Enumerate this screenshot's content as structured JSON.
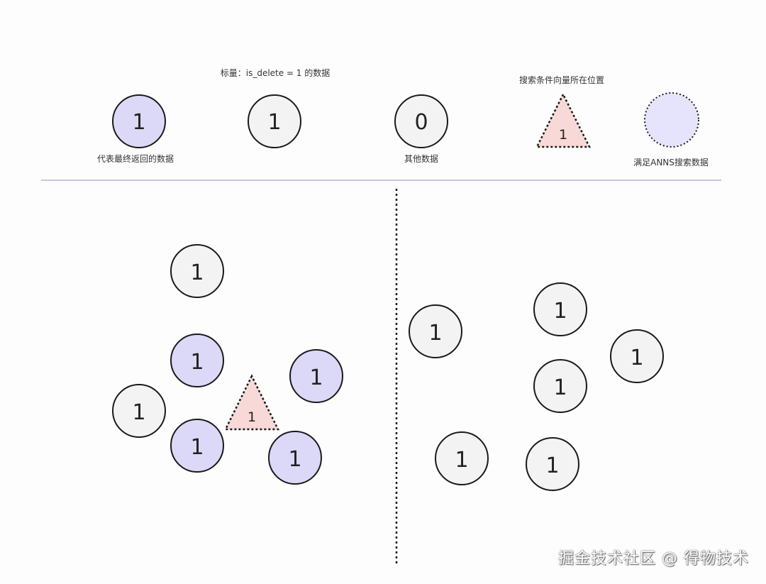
{
  "colors": {
    "selected_fill": "#dcd9f8",
    "plain_fill": "#f3f3f3",
    "query_fill": "#f8d9d7",
    "anns_fill": "#e6e4fc",
    "stroke": "#1a1a1a",
    "divider": "#c5c8e0"
  },
  "legend": {
    "scalar_caption": "标量：is_delete = 1 的数据",
    "returned_caption": "代表最终返回的数据",
    "returned_value": "1",
    "scalar_value": "1",
    "other_value": "0",
    "other_caption": "其他数据",
    "query_caption": "搜索条件向量所在位置",
    "query_value": "1",
    "anns_caption": "满足ANNS搜索数据"
  },
  "left_nodes": [
    {
      "value": "1",
      "kind": "plain"
    },
    {
      "value": "1",
      "kind": "selected"
    },
    {
      "value": "1",
      "kind": "selected"
    },
    {
      "value": "1",
      "kind": "plain"
    },
    {
      "value": "1",
      "kind": "selected"
    },
    {
      "value": "1",
      "kind": "selected"
    }
  ],
  "left_query": {
    "value": "1"
  },
  "right_nodes": [
    {
      "value": "1",
      "kind": "plain"
    },
    {
      "value": "1",
      "kind": "plain"
    },
    {
      "value": "1",
      "kind": "plain"
    },
    {
      "value": "1",
      "kind": "plain"
    },
    {
      "value": "1",
      "kind": "plain"
    },
    {
      "value": "1",
      "kind": "plain"
    }
  ],
  "watermark": "掘金技术社区 @ 得物技术"
}
